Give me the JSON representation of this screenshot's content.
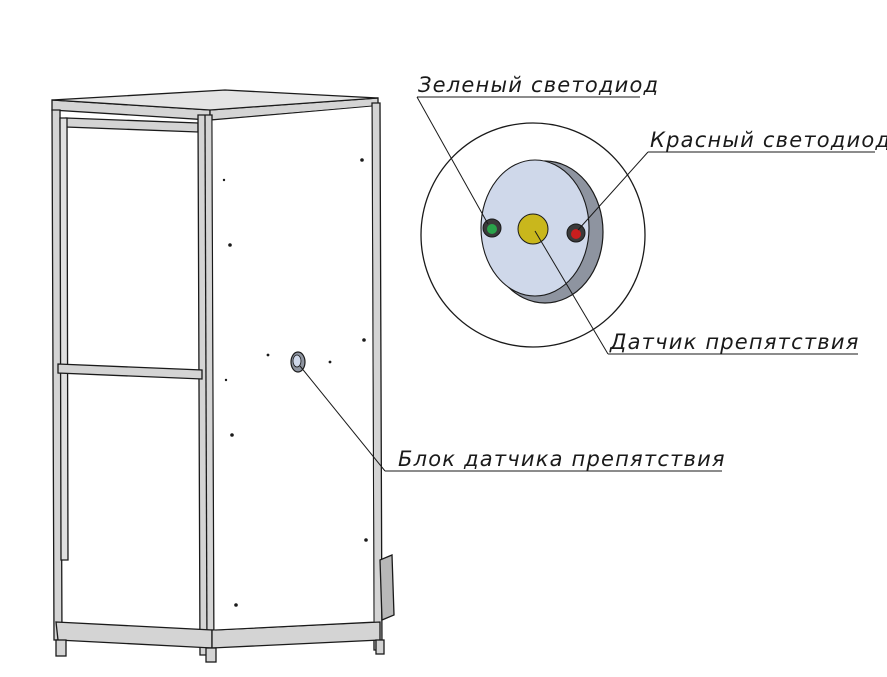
{
  "labels": {
    "green_led": "Зеленый светодиод",
    "red_led": "Красный светодиод",
    "obstacle_sensor": "Датчик препятствия",
    "sensor_block": "Блок датчика препятствия"
  },
  "colors": {
    "line": "#1a1a1a",
    "frame_fill": "#d4d4d4",
    "frame_dark": "#8a8a8a",
    "sensor_face": "#cfd8ea",
    "sensor_rim": "#8e94a0",
    "green_led": "#2aa34a",
    "red_led": "#c81e1e",
    "yellow_sensor": "#c9b71c"
  }
}
